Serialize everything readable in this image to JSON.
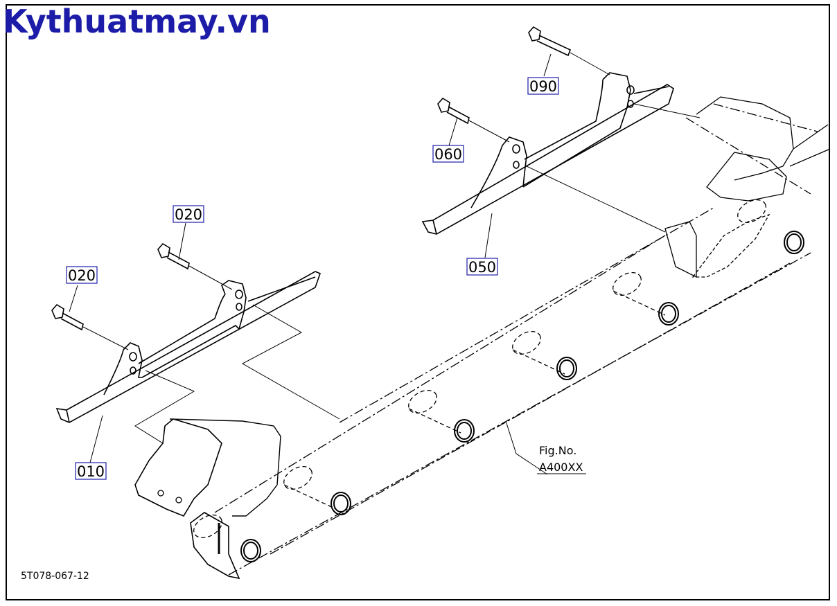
{
  "watermark": "Kythuatmay.vn",
  "callouts": {
    "p090": "090",
    "p060": "060",
    "p050": "050",
    "p020a": "020",
    "p020b": "020",
    "p010": "010"
  },
  "figure_ref": {
    "line1": "Fig.No.",
    "line2": "A400XX"
  },
  "drawing_code": "5T078-067-12",
  "colors": {
    "watermark": "#1c1ca8",
    "label_box": "#1c1ca8",
    "line": "#000000"
  }
}
